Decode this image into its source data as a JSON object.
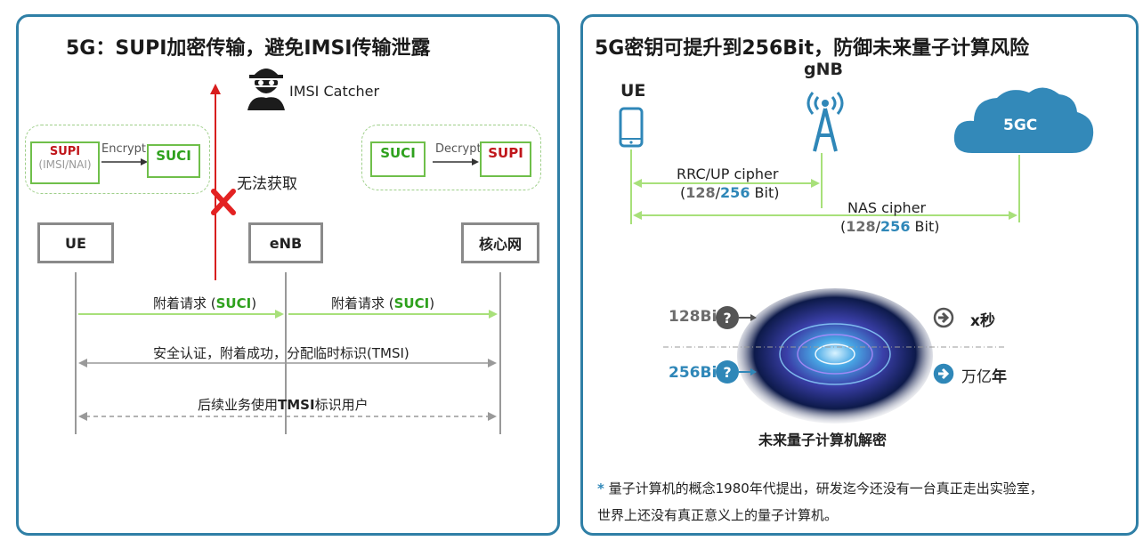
{
  "left_panel": {
    "title": "5G：SUPI加密传输，避免IMSI传输泄露",
    "imsi_catcher": "IMSI Catcher",
    "cannot_obtain": "无法获取",
    "ue_side": {
      "supi": "SUPI",
      "supi_sub": "(IMSI/NAI)",
      "encrypt": "Encrypt",
      "suci": "SUCI"
    },
    "core_side": {
      "suci": "SUCI",
      "decrypt": "Decrypt",
      "supi": "SUPI"
    },
    "entities": {
      "ue": "UE",
      "enb": "eNB",
      "core": "核心网"
    },
    "messages": {
      "attach_prefix": "附着请求 (",
      "attach_suci": "SUCI",
      "attach_suffix": ")",
      "auth": "安全认证，附着成功，分配临时标识(TMSI)",
      "followup_prefix": "后续业务使用",
      "followup_tmsi": "TMSI",
      "followup_suffix": "标识用户"
    }
  },
  "right_panel": {
    "title": "5G密钥可提升到256Bit，防御未来量子计算风险",
    "ue": "UE",
    "gnb": "gNB",
    "core": "5GC",
    "rrc": {
      "label": "RRC/UP cipher",
      "open": "(",
      "v128": "128",
      "slash": "/",
      "v256": "256",
      "unit": " Bit)"
    },
    "nas": {
      "label": "NAS cipher",
      "open": "(",
      "v128": "128",
      "slash": "/",
      "v256": "256",
      "unit": " Bit)"
    },
    "row128": {
      "bits": "128Bi",
      "result": "x秒"
    },
    "row256": {
      "bits": "256Bi",
      "result_pre": "万亿",
      "result_bold": "年"
    },
    "quantum_caption": "未来量子计算机解密",
    "footnote_star": "*",
    "footnote_line1": " 量子计算机的概念1980年代提出，研发迄今还没有一台真正走出实验室，",
    "footnote_line2": "世界上还没有真正意义上的量子计算机。"
  },
  "colors": {
    "panel_border": "#2f7fa6",
    "green": "#2ea11d",
    "red": "#c0161b",
    "blue": "#2f87b8",
    "arrow_green": "#a8e07a"
  },
  "icons": [
    "spy-icon",
    "phone-icon",
    "antenna-icon",
    "cloud-icon",
    "question-icon",
    "arrow-circle-icon",
    "cross-icon"
  ]
}
